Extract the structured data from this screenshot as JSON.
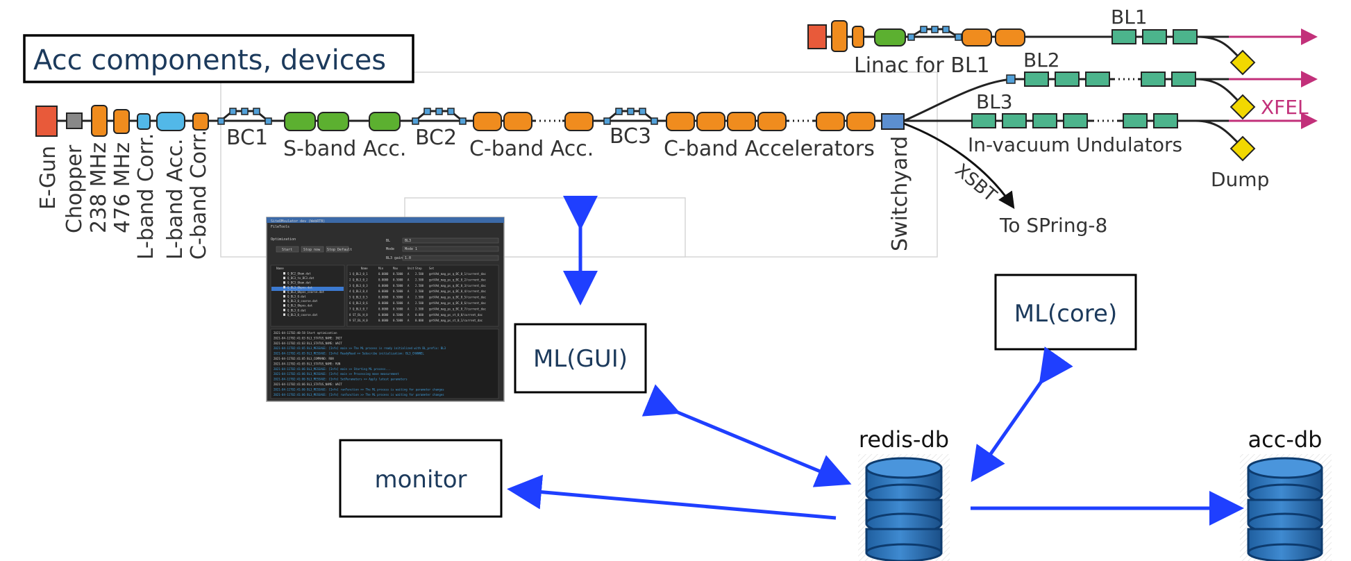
{
  "title_box": "Acc components, devices",
  "accelerator": {
    "injector_labels": [
      "E-Gun",
      "Chopper",
      "238 MHz",
      "476 MHz",
      "L-band Corr.",
      "L-band Acc.",
      "C-band Corr."
    ],
    "section_labels": [
      "BC1",
      "S-band Acc.",
      "BC2",
      "C-band Acc.",
      "BC3",
      "C-band Accelerators"
    ],
    "switchyard": "Switchyard",
    "linac_bl1": "Linac for BL1",
    "beamlines": [
      "BL1",
      "BL2",
      "BL3"
    ],
    "undulators": "In-vacuum Undulators",
    "xfel": "XFEL",
    "dump": "Dump",
    "xsbt": "XSBT",
    "spring8": "To SPring-8"
  },
  "nodes": {
    "ml_gui": "ML(GUI)",
    "ml_core": "ML(core)",
    "monitor": "monitor",
    "redis": "redis-db",
    "accdb": "acc-db"
  },
  "colors": {
    "arrow": "#1f3fff",
    "orange": "#f08c1e",
    "green": "#5cb030",
    "teal": "#4cb48c",
    "cyan": "#52b8e8",
    "red": "#e85a3a",
    "yellow": "#f2d800",
    "magenta": "#c2307a",
    "db_blue": "#2a6fb4"
  },
  "gui": {
    "window_title": "SiteOMsulator dev (WebRTB)",
    "menu": [
      "File",
      "Tools"
    ],
    "section": "Optimization",
    "buttons": [
      "Start",
      "Stop now",
      "Stop Default"
    ],
    "fields": [
      {
        "label": "BL",
        "value": "BL3"
      },
      {
        "label": "Mode",
        "value": "Mode 1"
      },
      {
        "label": "BL3 gain",
        "value": "1.0"
      }
    ],
    "file_header": "Name",
    "files": [
      "Q_BC2_0kam.dat",
      "Q_BC3_to_BC3.dat",
      "Q_BC3_0kam.dat",
      "Q_BL3_0kpos.dat",
      "Q_BL3_0kpos_coarse.dat",
      "Q_BL3_0.dat",
      "Q_BL3_0_coarse.dat",
      "Q_BL3_0kpos.dat",
      "Q_BL3_0.dat",
      "Q_BL3_0_coarse.dat"
    ],
    "table_headers": [
      "Name",
      "Min",
      "Max",
      "Unit",
      "Step",
      "Set"
    ],
    "table_rows": [
      [
        "Q_BL3_0_1",
        "0.0000",
        "0.5000",
        "A",
        "2.500",
        "getVAd_mag_ps_q_BC_0_1/current_dac"
      ],
      [
        "Q_BL3_0_2",
        "0.0000",
        "0.5000",
        "A",
        "2.500",
        "getVAd_mag_ps_q_BC_0_2/current_dac"
      ],
      [
        "Q_BL3_0_3",
        "0.0000",
        "0.5000",
        "A",
        "2.500",
        "getVAd_mag_ps_q_BC_0_3/current_dac"
      ],
      [
        "Q_BL3_0_4",
        "0.0000",
        "0.5000",
        "A",
        "2.500",
        "getVAd_mag_ps_q_BC_0_4/current_dac"
      ],
      [
        "Q_BL3_0_5",
        "0.0000",
        "0.5000",
        "A",
        "2.500",
        "getVAd_mag_ps_q_BC_0_5/current_dac"
      ],
      [
        "Q_BL3_0_6",
        "0.0000",
        "0.5000",
        "A",
        "2.500",
        "getVAd_mag_ps_q_BC_0_6/current_dac"
      ],
      [
        "Q_BL3_0_7",
        "0.0000",
        "0.5000",
        "A",
        "2.500",
        "getVAd_mag_ps_q_BC_0_7/current_dac"
      ],
      [
        "ST_BL_H_0",
        "0.0000",
        "0.5000",
        "A",
        "0.000",
        "getVAd_mag_ps_st_0_0/current_dac"
      ],
      [
        "ST_BL_H_0",
        "0.0000",
        "0.5000",
        "A",
        "0.000",
        "getVAd_mag_ps_st_0_1/current_dac"
      ]
    ],
    "log": [
      {
        "text": "2021-04-11T02:40:58 Start optimization",
        "blue": false
      },
      {
        "text": "2021-04-11T02:41:03 BL3_STATUS_NAME: INIT",
        "blue": false
      },
      {
        "text": "2021-04-11T02:41:03 BL3_STATUS_NAME: WAIT",
        "blue": false
      },
      {
        "text": "2021-04-11T02:41:05 BL3_MESSAGE: [Info] main >> The ML process is ready initialized with BL_prefix: BL3",
        "blue": true
      },
      {
        "text": "2021-04-11T02:41:05 BL3_MESSAGE: [Info] ReadyRead >> Subscribe initialization: BL3_CHANNEL",
        "blue": true
      },
      {
        "text": "2021-04-11T02:41:05 BL3_COMMAND: RUN",
        "blue": false
      },
      {
        "text": "2021-04-11T02:41:05 BL3_STATUS_NAME: RUN",
        "blue": false
      },
      {
        "text": "2021-04-11T02:41:06 BL3_MESSAGE: [Info] main >> Starting ML process...",
        "blue": true
      },
      {
        "text": "2021-04-11T02:41:06 BL3_MESSAGE: [Info] main >> Processing move measurement",
        "blue": true
      },
      {
        "text": "2021-04-11T02:41:06 BL3_MESSAGE: [Info] SetParameters >> Apply latest parameters",
        "blue": true
      },
      {
        "text": "2021-04-11T02:41:06 BL3_STATUS_NAME: WAIT",
        "blue": false
      },
      {
        "text": "2021-04-11T02:41:06 BL3_MESSAGE: [Info] runFunction >> The ML process is waiting for parameter changes",
        "blue": true
      },
      {
        "text": "2021-04-11T02:41:06 BL3_MESSAGE: [Info] runFunction >> The ML process is waiting for parameter changes",
        "blue": true
      }
    ]
  }
}
